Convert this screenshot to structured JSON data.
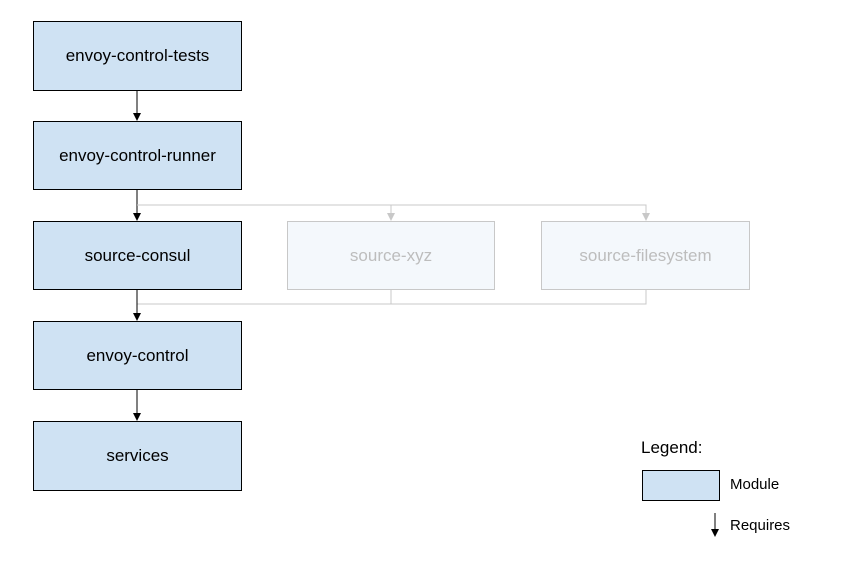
{
  "modules": [
    {
      "id": "envoy-control-tests",
      "label": "envoy-control-tests",
      "faded": false
    },
    {
      "id": "envoy-control-runner",
      "label": "envoy-control-runner",
      "faded": false
    },
    {
      "id": "source-consul",
      "label": "source-consul",
      "faded": false
    },
    {
      "id": "source-xyz",
      "label": "source-xyz",
      "faded": true
    },
    {
      "id": "source-filesystem",
      "label": "source-filesystem",
      "faded": true
    },
    {
      "id": "envoy-control",
      "label": "envoy-control",
      "faded": false
    },
    {
      "id": "services",
      "label": "services",
      "faded": false
    }
  ],
  "edges": [
    {
      "from": "envoy-control-tests",
      "to": "envoy-control-runner",
      "faded": false
    },
    {
      "from": "envoy-control-runner",
      "to": "source-consul",
      "faded": false
    },
    {
      "from": "envoy-control-runner",
      "to": "source-xyz",
      "faded": true
    },
    {
      "from": "envoy-control-runner",
      "to": "source-filesystem",
      "faded": true
    },
    {
      "from": "source-consul",
      "to": "envoy-control",
      "faded": false
    },
    {
      "from": "source-xyz",
      "to": "envoy-control",
      "faded": true
    },
    {
      "from": "source-filesystem",
      "to": "envoy-control",
      "faded": true
    },
    {
      "from": "envoy-control",
      "to": "services",
      "faded": false
    }
  ],
  "legend": {
    "title": "Legend:",
    "module_label": "Module",
    "requires_label": "Requires"
  },
  "colors": {
    "module_fill": "#cfe2f3",
    "module_border": "#000000",
    "faded_fill": "#f4f8fc",
    "faded_border": "#c8c8c8",
    "faded_text": "#bdbdbd",
    "faded_line": "#c8c8c8"
  }
}
